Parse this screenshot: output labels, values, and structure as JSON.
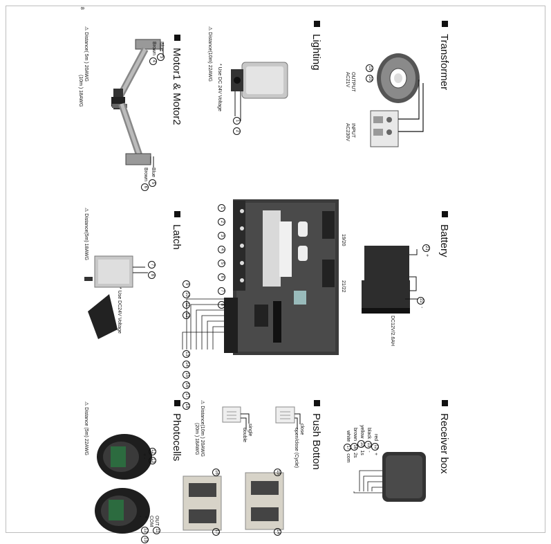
{
  "corner_mark": "8",
  "sections": {
    "transformer": {
      "title": "Transformer",
      "terminals": [
        "19",
        "20"
      ],
      "output_lines": [
        "OUTPUT",
        "AC21V"
      ],
      "input_lines": [
        "INPUT",
        "AC230V"
      ]
    },
    "lighting": {
      "title": "Lighting",
      "terminals": [
        "1",
        "2"
      ],
      "distance": "Distance(10m)    22AWG",
      "note": "* Use DC 24V Voltage"
    },
    "motors": {
      "title": "Motor1 & Motor2",
      "distance_lines": [
        "Distance(  5m )    20AWG",
        "(10m )    18AWG"
      ],
      "motor1_wires": [
        {
          "color": "Blue",
          "num": "3"
        },
        {
          "color": "Brown",
          "num": "4"
        }
      ],
      "motor2_wires": [
        {
          "color": "Blue",
          "num": "5"
        },
        {
          "color": "Brown",
          "num": "6"
        }
      ]
    },
    "battery": {
      "title": "Battery",
      "plus": {
        "num": "21",
        "sign": "+"
      },
      "minus": {
        "num": "22",
        "sign": "-"
      },
      "spec": "DC12V/2.6AH"
    },
    "board": {
      "top_terminals": [
        "1",
        "2",
        "3",
        "4",
        "5",
        "6",
        "7",
        "8"
      ],
      "bottom_terminals": [
        "9",
        "10",
        "11",
        "12",
        "13",
        "14",
        "15",
        "16",
        "17",
        "18"
      ],
      "ac_label": "19/20",
      "bat_label": "21/22"
    },
    "latch": {
      "title": "Latch",
      "terminals": [
        "7",
        "8"
      ],
      "distance": "Distance(5m)    18AWG",
      "note": "* Use DC24V Voltage"
    },
    "receiver": {
      "title": "Receiver box",
      "wires": [
        {
          "color": "red",
          "num": "12",
          "sign": "+"
        },
        {
          "color": "black",
          "num": "13",
          "sign": "-"
        },
        {
          "color": "yellow",
          "num": "10",
          "sign": "1s"
        },
        {
          "color": "brown",
          "num": "16",
          "sign": "2s"
        },
        {
          "color": "white",
          "num": "17",
          "sign": "com"
        }
      ]
    },
    "push_button": {
      "title": "Push Botton",
      "close_label": "close",
      "cycle_label": "open/close (Cycle)",
      "single_label": "single",
      "double_label": "double"
    },
    "photocells": {
      "title": "Photocells",
      "distance_lines": [
        "Distance(10m )    20AWG",
        "(20m )    18AWG"
      ],
      "distance2": "Distance (5m)    22AWG",
      "rx_terms": [
        "12",
        "13"
      ],
      "rx_signs": [
        "+",
        "-"
      ],
      "tx_terms": [
        "11",
        "12",
        "13"
      ],
      "tx_labels": [
        "OUT",
        "COM",
        "+",
        "-"
      ],
      "switch_terms_a": [
        "16",
        "17"
      ],
      "switch_terms_b": [
        "15",
        "14"
      ]
    }
  }
}
